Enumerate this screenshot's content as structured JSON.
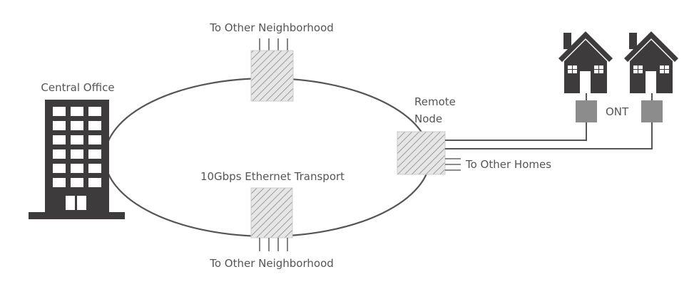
{
  "labels": {
    "top_neighborhood": "To Other Neighborhood",
    "bottom_neighborhood": "To Other Neighborhood",
    "central_office": "Central Office",
    "transport": "10Gbps Ethernet Transport",
    "remote_node_line1": "Remote",
    "remote_node_line2": "Node",
    "other_homes": "To Other Homes",
    "ont": "ONT"
  },
  "colors": {
    "building": "#3d3b3c",
    "line": "#555555",
    "hatch_fill": "#e6e6e6",
    "hatch_stroke": "#8a8a8a",
    "ont_box": "#8c8c8c",
    "text": "#555555"
  },
  "icons": {
    "central_office": "office-building-icon",
    "home": "house-icon"
  }
}
